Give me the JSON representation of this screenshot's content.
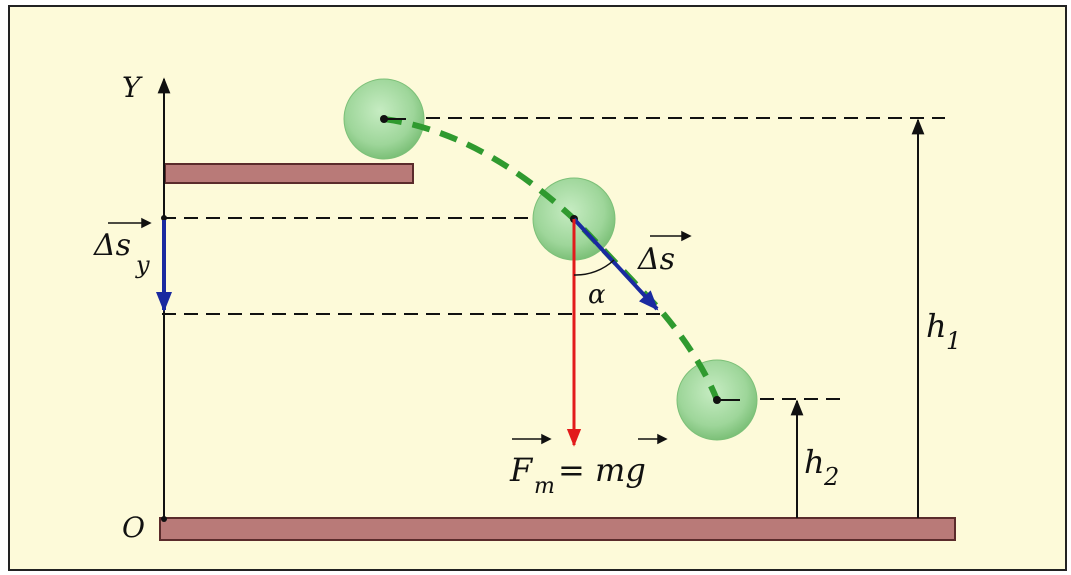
{
  "colors": {
    "background": "#fdfad9",
    "platform": "#b97a78",
    "platform_edge": "#5a2b2b",
    "ball": "#9ed69a",
    "ball_edge": "#6fb56a",
    "trajectory": "#2f9a2f",
    "displacement_arrow": "#1a2aa0",
    "force_arrow": "#e21b1b",
    "lines": "#111111"
  },
  "labels": {
    "axis_y": "Y",
    "origin": "O",
    "delta_s_y": "Δs",
    "delta_s_y_sub": "y",
    "delta_s": "Δs",
    "alpha": "α",
    "force_F": "F",
    "force_F_sub": "т",
    "force_eq": "= mg",
    "h1": "h",
    "h1_sub": "1",
    "h2": "h",
    "h2_sub": "2"
  }
}
